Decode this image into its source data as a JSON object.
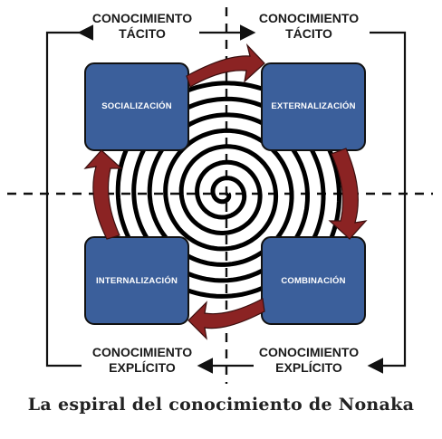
{
  "diagram": {
    "labels": {
      "top_left": {
        "line1": "CONOCIMIENTO",
        "line2": "TÁCITO"
      },
      "top_right": {
        "line1": "CONOCIMIENTO",
        "line2": "TÁCITO"
      },
      "bottom_left": {
        "line1": "CONOCIMIENTO",
        "line2": "EXPLÍCITO"
      },
      "bottom_right": {
        "line1": "CONOCIMIENTO",
        "line2": "EXPLÍCITO"
      }
    },
    "boxes": {
      "socializacion": "SOCIALIZACIÓN",
      "externalizacion": "EXTERNALIZACIÓN",
      "combinacion": "COMBINACIÓN",
      "internalizacion": "INTERNALIZACIÓN"
    },
    "caption": "La espiral del conocimiento de Nonaka"
  },
  "colors": {
    "box_fill": "#3b5f9b",
    "box_border": "#111111",
    "arrow_fill": "#8b2323",
    "spiral": "#000000"
  }
}
